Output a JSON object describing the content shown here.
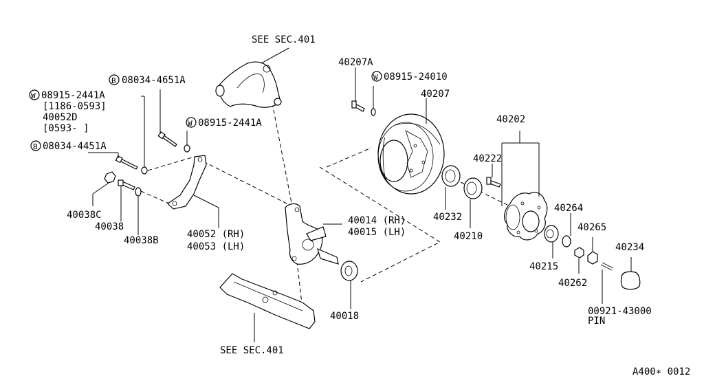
{
  "labels": {
    "see_sec_top": "SEE SEC.401",
    "see_sec_bottom": "SEE SEC.401",
    "p40207A": "40207A",
    "w08915_24010": "08915-24010",
    "p40207": "40207",
    "p40202": "40202",
    "p40222": "40222",
    "b08034_4651A": "08034-4651A",
    "w08915_2441A_1": "08915-2441A",
    "note_1186_0593": "[1186-0593]",
    "p40052D": "40052D",
    "note_0593": "[0593-     ]",
    "w08915_2441A_2": "08915-2441A",
    "b08034_4451A": "08034-4451A",
    "p40038C": "40038C",
    "p40038": "40038",
    "p40038B": "40038B",
    "p40052_rh": "40052 (RH)",
    "p40053_lh": "40053 (LH)",
    "p40014_rh": "40014 (RH)",
    "p40015_lh": "40015 (LH)",
    "p40232": "40232",
    "p40210": "40210",
    "p40264": "40264",
    "p40265": "40265",
    "p40234": "40234",
    "p40215": "40215",
    "p40262": "40262",
    "p40018": "40018",
    "p00921_43000": "00921-43000",
    "pin": "PIN",
    "page_code": "A400∗ 0012"
  },
  "markers": {
    "b": "B",
    "w": "W"
  }
}
